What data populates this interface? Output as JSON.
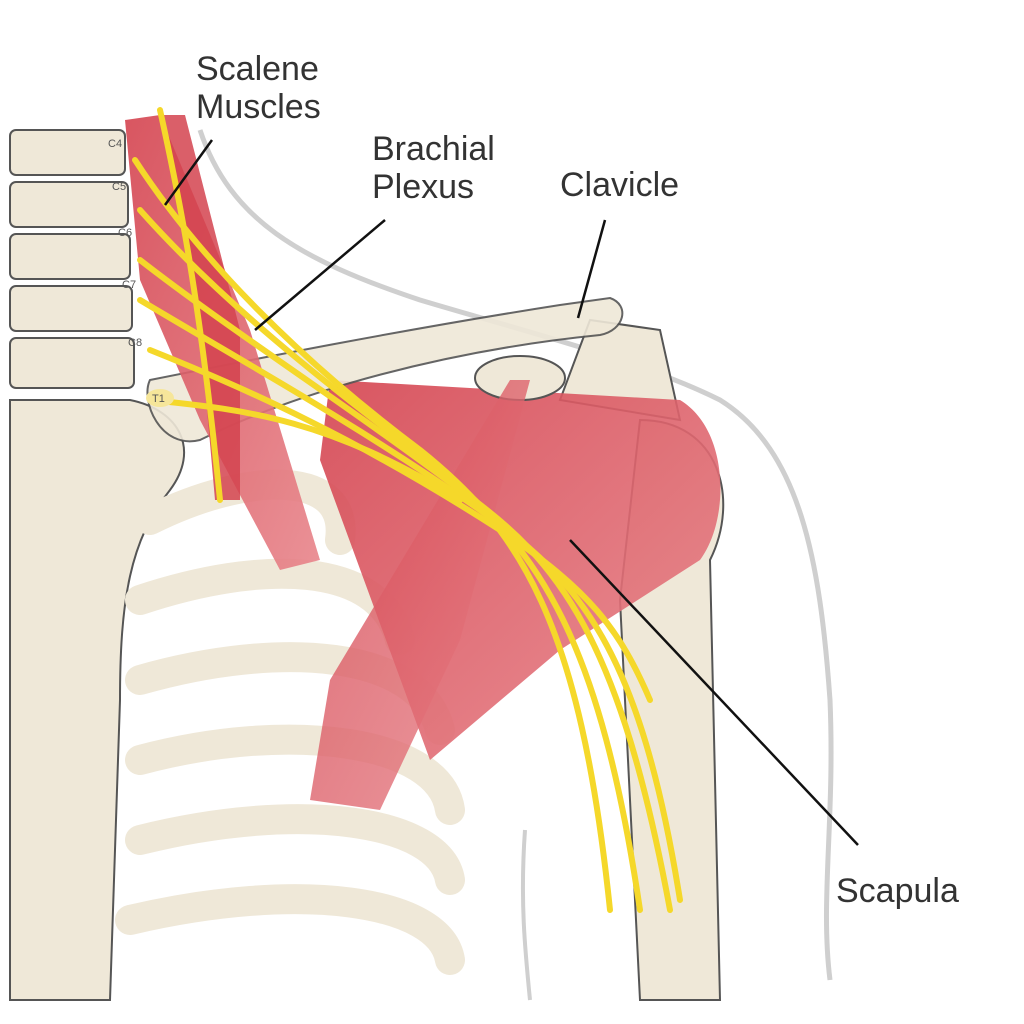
{
  "labels": {
    "scalene": [
      "Scalene",
      "Muscles"
    ],
    "brachial": [
      "Brachial",
      "Plexus"
    ],
    "clavicle": "Clavicle",
    "scapula": "Scapula"
  },
  "vertebrae": [
    "C4",
    "C5",
    "C6",
    "C7",
    "C8",
    "T1"
  ],
  "colors": {
    "bone": "#efe8d8",
    "bone_outline": "#555555",
    "muscle": "#d9505a",
    "nerve": "#f5d82a",
    "skin_outline": "#c8c8c8",
    "label_text": "#333333"
  }
}
